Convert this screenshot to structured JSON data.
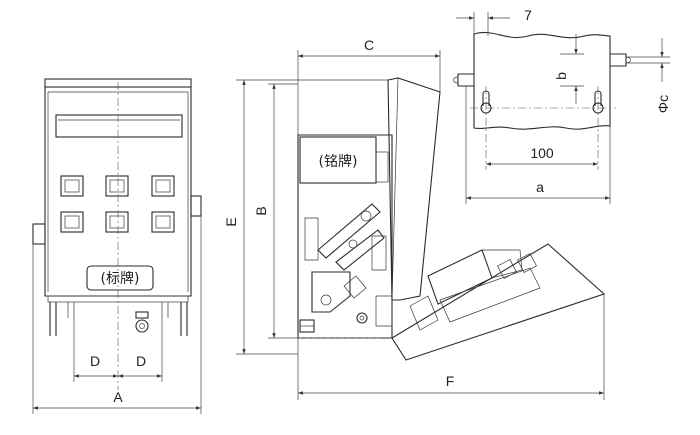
{
  "front_view": {
    "nameplate_label": "(标牌)",
    "dim_A": "A",
    "dim_D_left": "D",
    "dim_D_right": "D"
  },
  "side_view": {
    "nameplate_label": "(铭牌)",
    "dim_C": "C",
    "dim_B": "B",
    "dim_E": "E",
    "dim_F": "F"
  },
  "mounting_detail": {
    "dim_7": "7",
    "dim_b": "b",
    "dim_100": "100",
    "dim_a": "a",
    "dim_phi_c": "Φc"
  }
}
